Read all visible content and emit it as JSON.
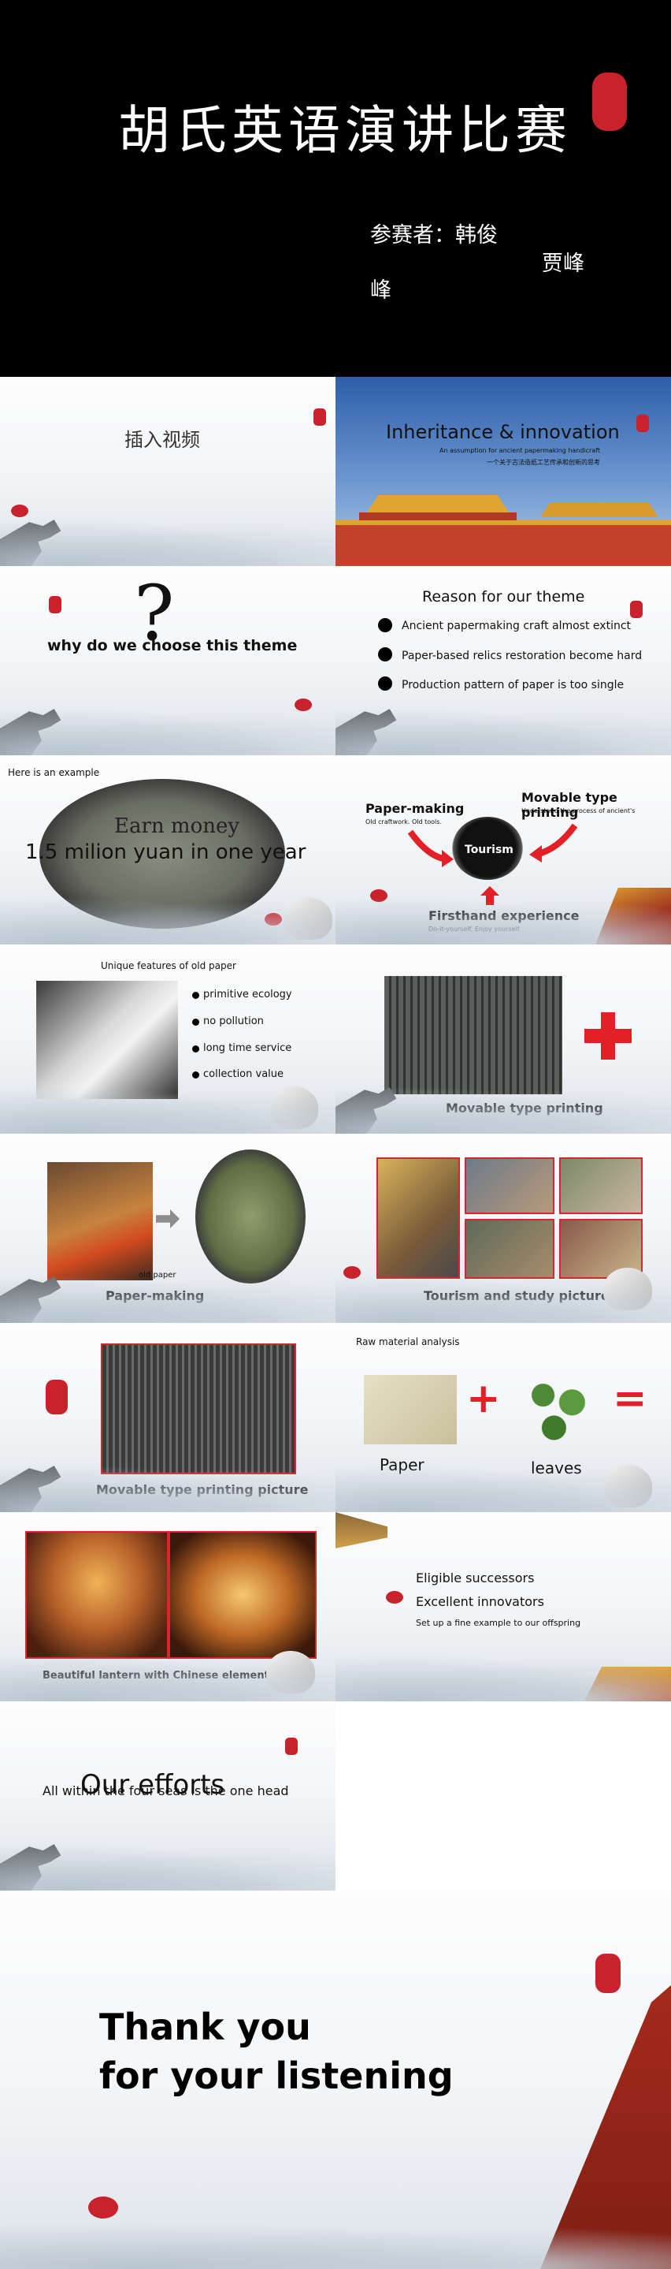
{
  "cover": {
    "title": "胡氏英语演讲比赛",
    "participants_label": "参赛者：韩俊",
    "name_part": "贾峰",
    "name_tail": "峰"
  },
  "s1": {
    "text": "插入视频"
  },
  "s2": {
    "title": "Inheritance & innovation",
    "subtitle": "An assumption for ancient papermaking handicraft",
    "subtitle_cn": "一个关于古法造纸工艺传承和创新的思考"
  },
  "s3": {
    "question_mark": "?",
    "text": "why do we choose this theme"
  },
  "s4": {
    "title": "Reason for our theme",
    "items": [
      "Ancient papermaking craft almost extinct",
      "Paper-based relics restoration become hard",
      "Production pattern of paper is too single"
    ]
  },
  "s5": {
    "label": "Here is an example",
    "line1": "Earn money",
    "line2": "1.5 milion yuan in one year"
  },
  "s6": {
    "paper_making": "Paper-making",
    "paper_making_sub": "Old craftwork.    Old tools.",
    "movable": "Movable type printing",
    "movable_sub": "Understand the process of ancient's",
    "tourism": "Tourism",
    "firsthand": "Firsthand experience",
    "firsthand_sub": "Do-it-yourself.    Enjoy yourself."
  },
  "s7": {
    "title": "Unique features of old paper",
    "items": [
      "primitive ecology",
      "no pollution",
      "long time service",
      "collection value"
    ]
  },
  "s8": {
    "caption": "Movable type printing"
  },
  "s9": {
    "caption": "Paper-making",
    "small": "old paper"
  },
  "s10": {
    "caption": "Tourism and study picture"
  },
  "s11": {
    "caption": "Movable type printing picture"
  },
  "s12": {
    "title": "Raw material analysis",
    "paper": "Paper",
    "leaves": "leaves",
    "plus": "+",
    "equals": "="
  },
  "s13": {
    "caption": "Beautiful lantern with Chinese elements"
  },
  "s14": {
    "line1": "Eligible successors",
    "line2": "Excellent innovators",
    "line3": "Set up a fine example to our offspring"
  },
  "s15": {
    "title": "Our efforts",
    "sub": "All within the four seas is the one head"
  },
  "s16": {
    "line1": "Thank you",
    "line2": "for your listening"
  }
}
